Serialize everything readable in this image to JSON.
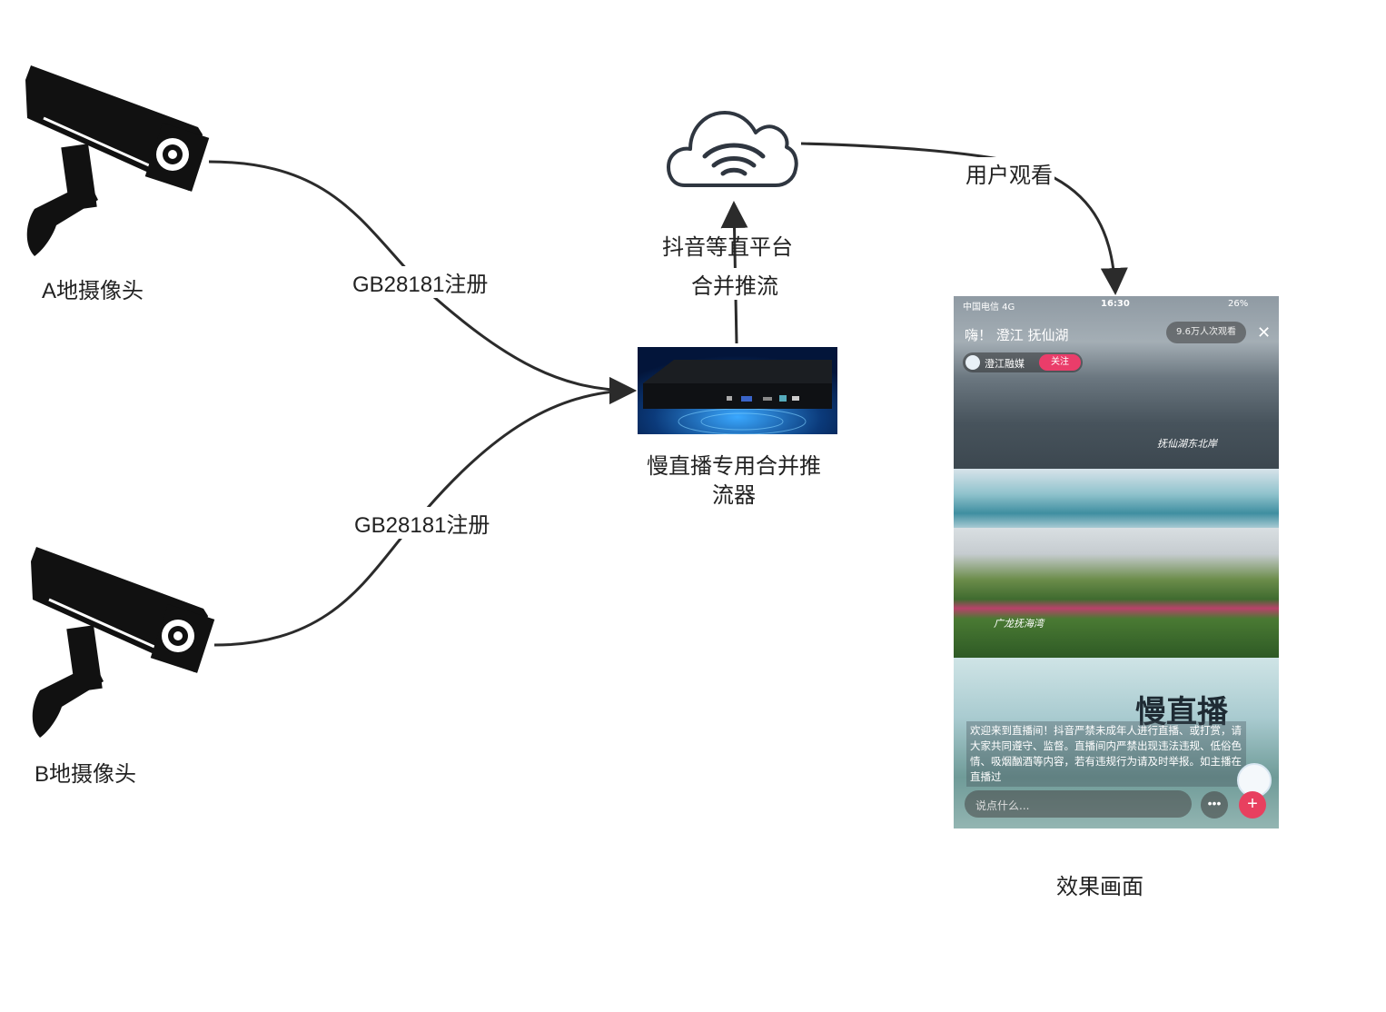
{
  "nodes": {
    "camera_a": "A地摄像头",
    "camera_b": "B地摄像头",
    "device": "慢直播专用合并推流器",
    "platform": "抖音等直平台",
    "result": "效果画面"
  },
  "edges": {
    "a_to_device": "GB28181注册",
    "b_to_device": "GB28181注册",
    "device_to_cloud": "合并推流",
    "cloud_to_result": "用户观看"
  },
  "phone": {
    "carrier": "中国电信  4G",
    "time": "16:30",
    "battery": "26%",
    "title": "嗨！ 澄江 抚仙湖",
    "viewers": "9.6万人次观看",
    "account": "澄江融媒",
    "follow": "关注",
    "caption_top": "抚仙湖东北岸",
    "caption_mid": "广龙抚海湾",
    "brand": "慢直播",
    "notice": "欢迎来到直播间！抖音严禁未成年人进行直播、或打赏，请大家共同遵守、监督。直播间内严禁出现违法违规、低俗色情、吸烟酗酒等内容，若有违规行为请及时举报。如主播在直播过",
    "input_placeholder": "说点什么..."
  }
}
